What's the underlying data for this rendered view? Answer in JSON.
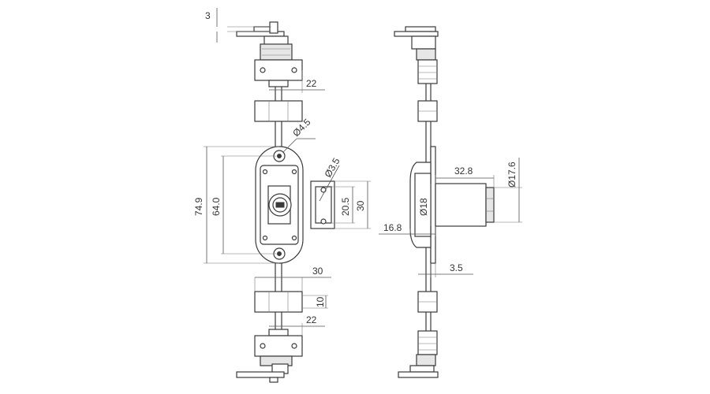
{
  "views": {
    "front": {
      "dimensions": {
        "top_gap": "3",
        "guide_width_top": "22",
        "hole_dia": "Ø4.5",
        "screw_dia": "Ø3.5",
        "overall_height": "74.9",
        "body_height": "64.0",
        "keeper_inner": "20.5",
        "keeper_outer": "30",
        "guide_length": "30",
        "guide_height": "10",
        "guide_width_bottom": "22"
      }
    },
    "side": {
      "dimensions": {
        "cylinder_length": "32.8",
        "cylinder_dia": "Ø17.6",
        "housing_dia": "Ø18",
        "projection": "16.8",
        "plate_thickness": "3.5"
      }
    }
  }
}
